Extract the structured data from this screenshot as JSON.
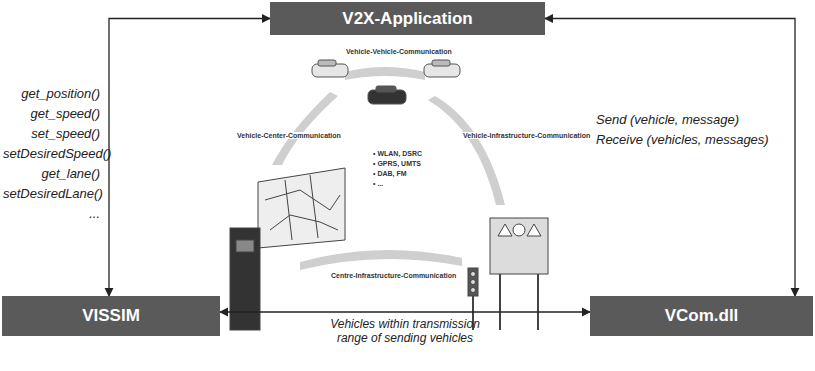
{
  "diagram": {
    "nodes": [
      {
        "text": [
          "V2X-Application"
        ]
      },
      {
        "text": [
          "VISSIM"
        ]
      },
      {
        "text": [
          "VCom.dll"
        ]
      }
    ],
    "edges": [
      {
        "from": 0,
        "to": 1,
        "arrow": "both"
      },
      {
        "from": 0,
        "to": 2,
        "arrow": "both"
      },
      {
        "from": 1,
        "to": 2,
        "arrow": "both",
        "label": "Vehicles within transmission range of sending vehicles"
      }
    ],
    "labels": [
      "get_position()",
      "get_speed()",
      "set_speed()",
      "setDesiredSpeed()",
      "get_lane()",
      "setDesiredLane()",
      "...",
      "Send (vehicle, message)",
      "Receive (vehicles, messages)",
      "Vehicle-Vehicle-Communication",
      "Vehicle-Center-Communication",
      "Vehicle-Infrastructure-Communication",
      "• WLAN, DSRC",
      "• GPRS, UMTS",
      "• DAB, FM",
      "• ...",
      "Centre-Infrastructure-Communication"
    ]
  }
}
